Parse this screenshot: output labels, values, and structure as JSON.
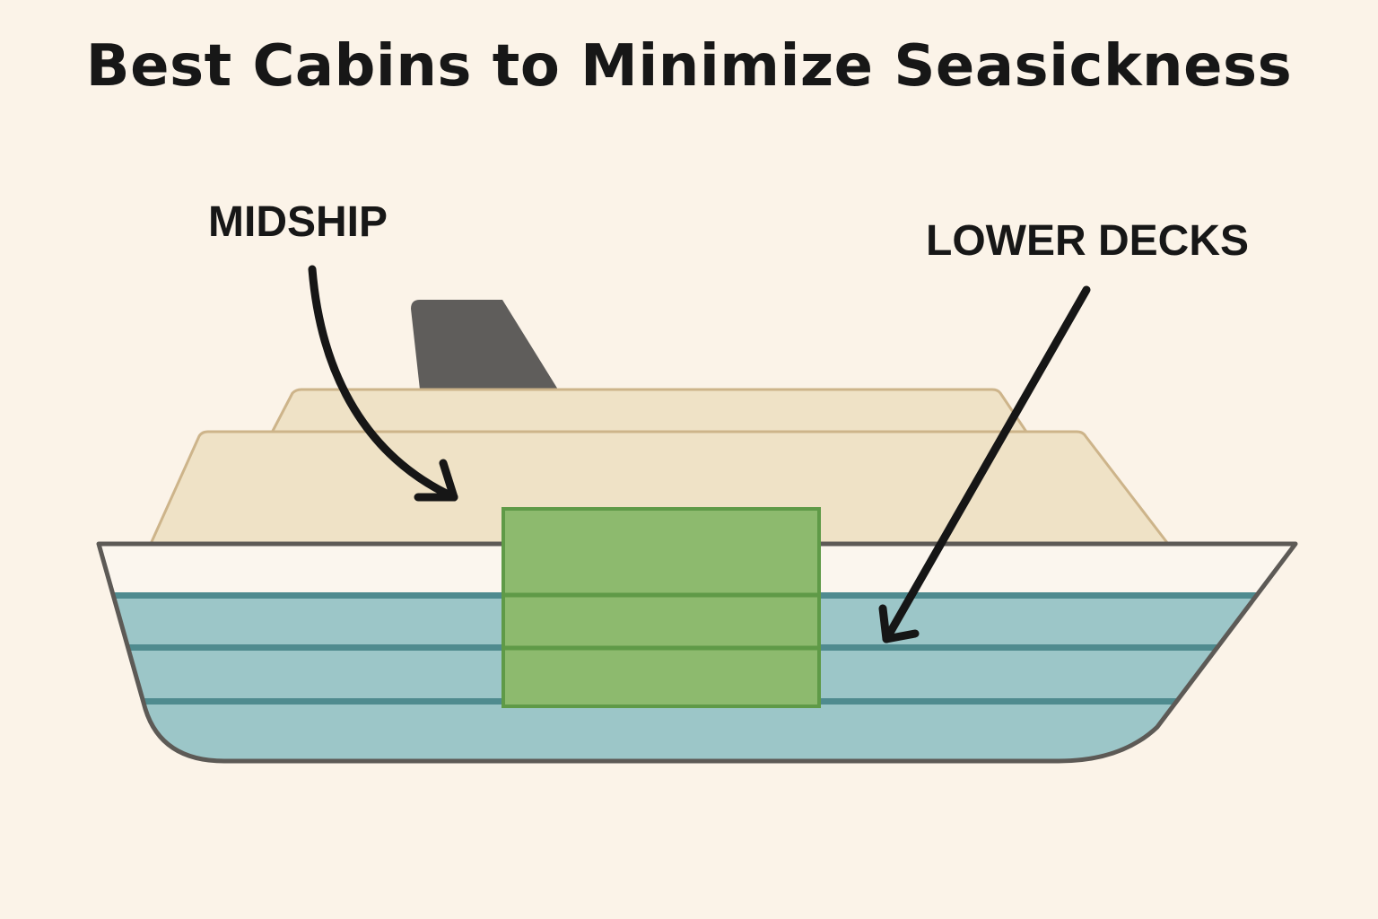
{
  "title": "Best Cabins to Minimize Seasickness",
  "labels": {
    "midship": "MIDSHIP",
    "lower_decks": "LOWER DECKS"
  },
  "colors": {
    "background": "#fbf3e8",
    "superstructure": "#efe2c6",
    "superstructure_outline": "#cdb48a",
    "funnel": "#5f5d5b",
    "hull_top": "#fbf6ee",
    "hull_water": "#9cc6c8",
    "hull_stripe": "#4f8b8f",
    "hull_outline": "#5d5a56",
    "cabin_block": "#8dba6e",
    "cabin_outline": "#5f9a47",
    "arrow": "#161616"
  }
}
